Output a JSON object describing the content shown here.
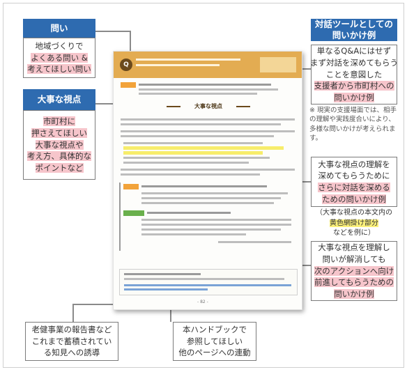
{
  "headers": {
    "question": "問い",
    "viewpoint": "大事な視点",
    "dialogue_tool": [
      "対話ツールとしての",
      "問いかけ例"
    ]
  },
  "callouts": {
    "question": [
      "地域づくりで",
      "よくある問い &",
      "考えてほしい問い"
    ],
    "viewpoint": [
      "市町村に",
      "押さえてほしい",
      "大事な視点や",
      "考え方、具体的な",
      "ポイントなど"
    ],
    "dialogue_qa": [
      "単なるQ&Aにはせず",
      "まず対話を深めてもらう",
      "ことを意図した",
      "支援者から市町村への",
      "問いかけ例"
    ],
    "dialogue_note": "※ 現実の支援場面では、相手の理解や実践度合いにより、多様な問いかけが考えられます。",
    "deepen": [
      "大事な視点の理解を",
      "深めてもらうために",
      "さらに対話を深める",
      "ための問いかけ例"
    ],
    "deepen_note_pre": "（大事な視点の本文内の",
    "deepen_note_hl": "黄色網掛け部分",
    "deepen_note_post": "などを例に）",
    "next_action": [
      "大事な視点を理解し",
      "問いが解消しても",
      "次のアクションへ向け",
      "前進してもらうための",
      "問いかけ例"
    ],
    "reports": [
      "老健事業の報告書など",
      "これまで蓄積されてい",
      "る知見への誘導"
    ],
    "handbook_links": [
      "本ハンドブックで",
      "参照してほしい",
      "他のページへの連動"
    ]
  },
  "page": {
    "qbadge": "Q",
    "section_title": "大事な視点",
    "page_number": "- 82 -"
  }
}
